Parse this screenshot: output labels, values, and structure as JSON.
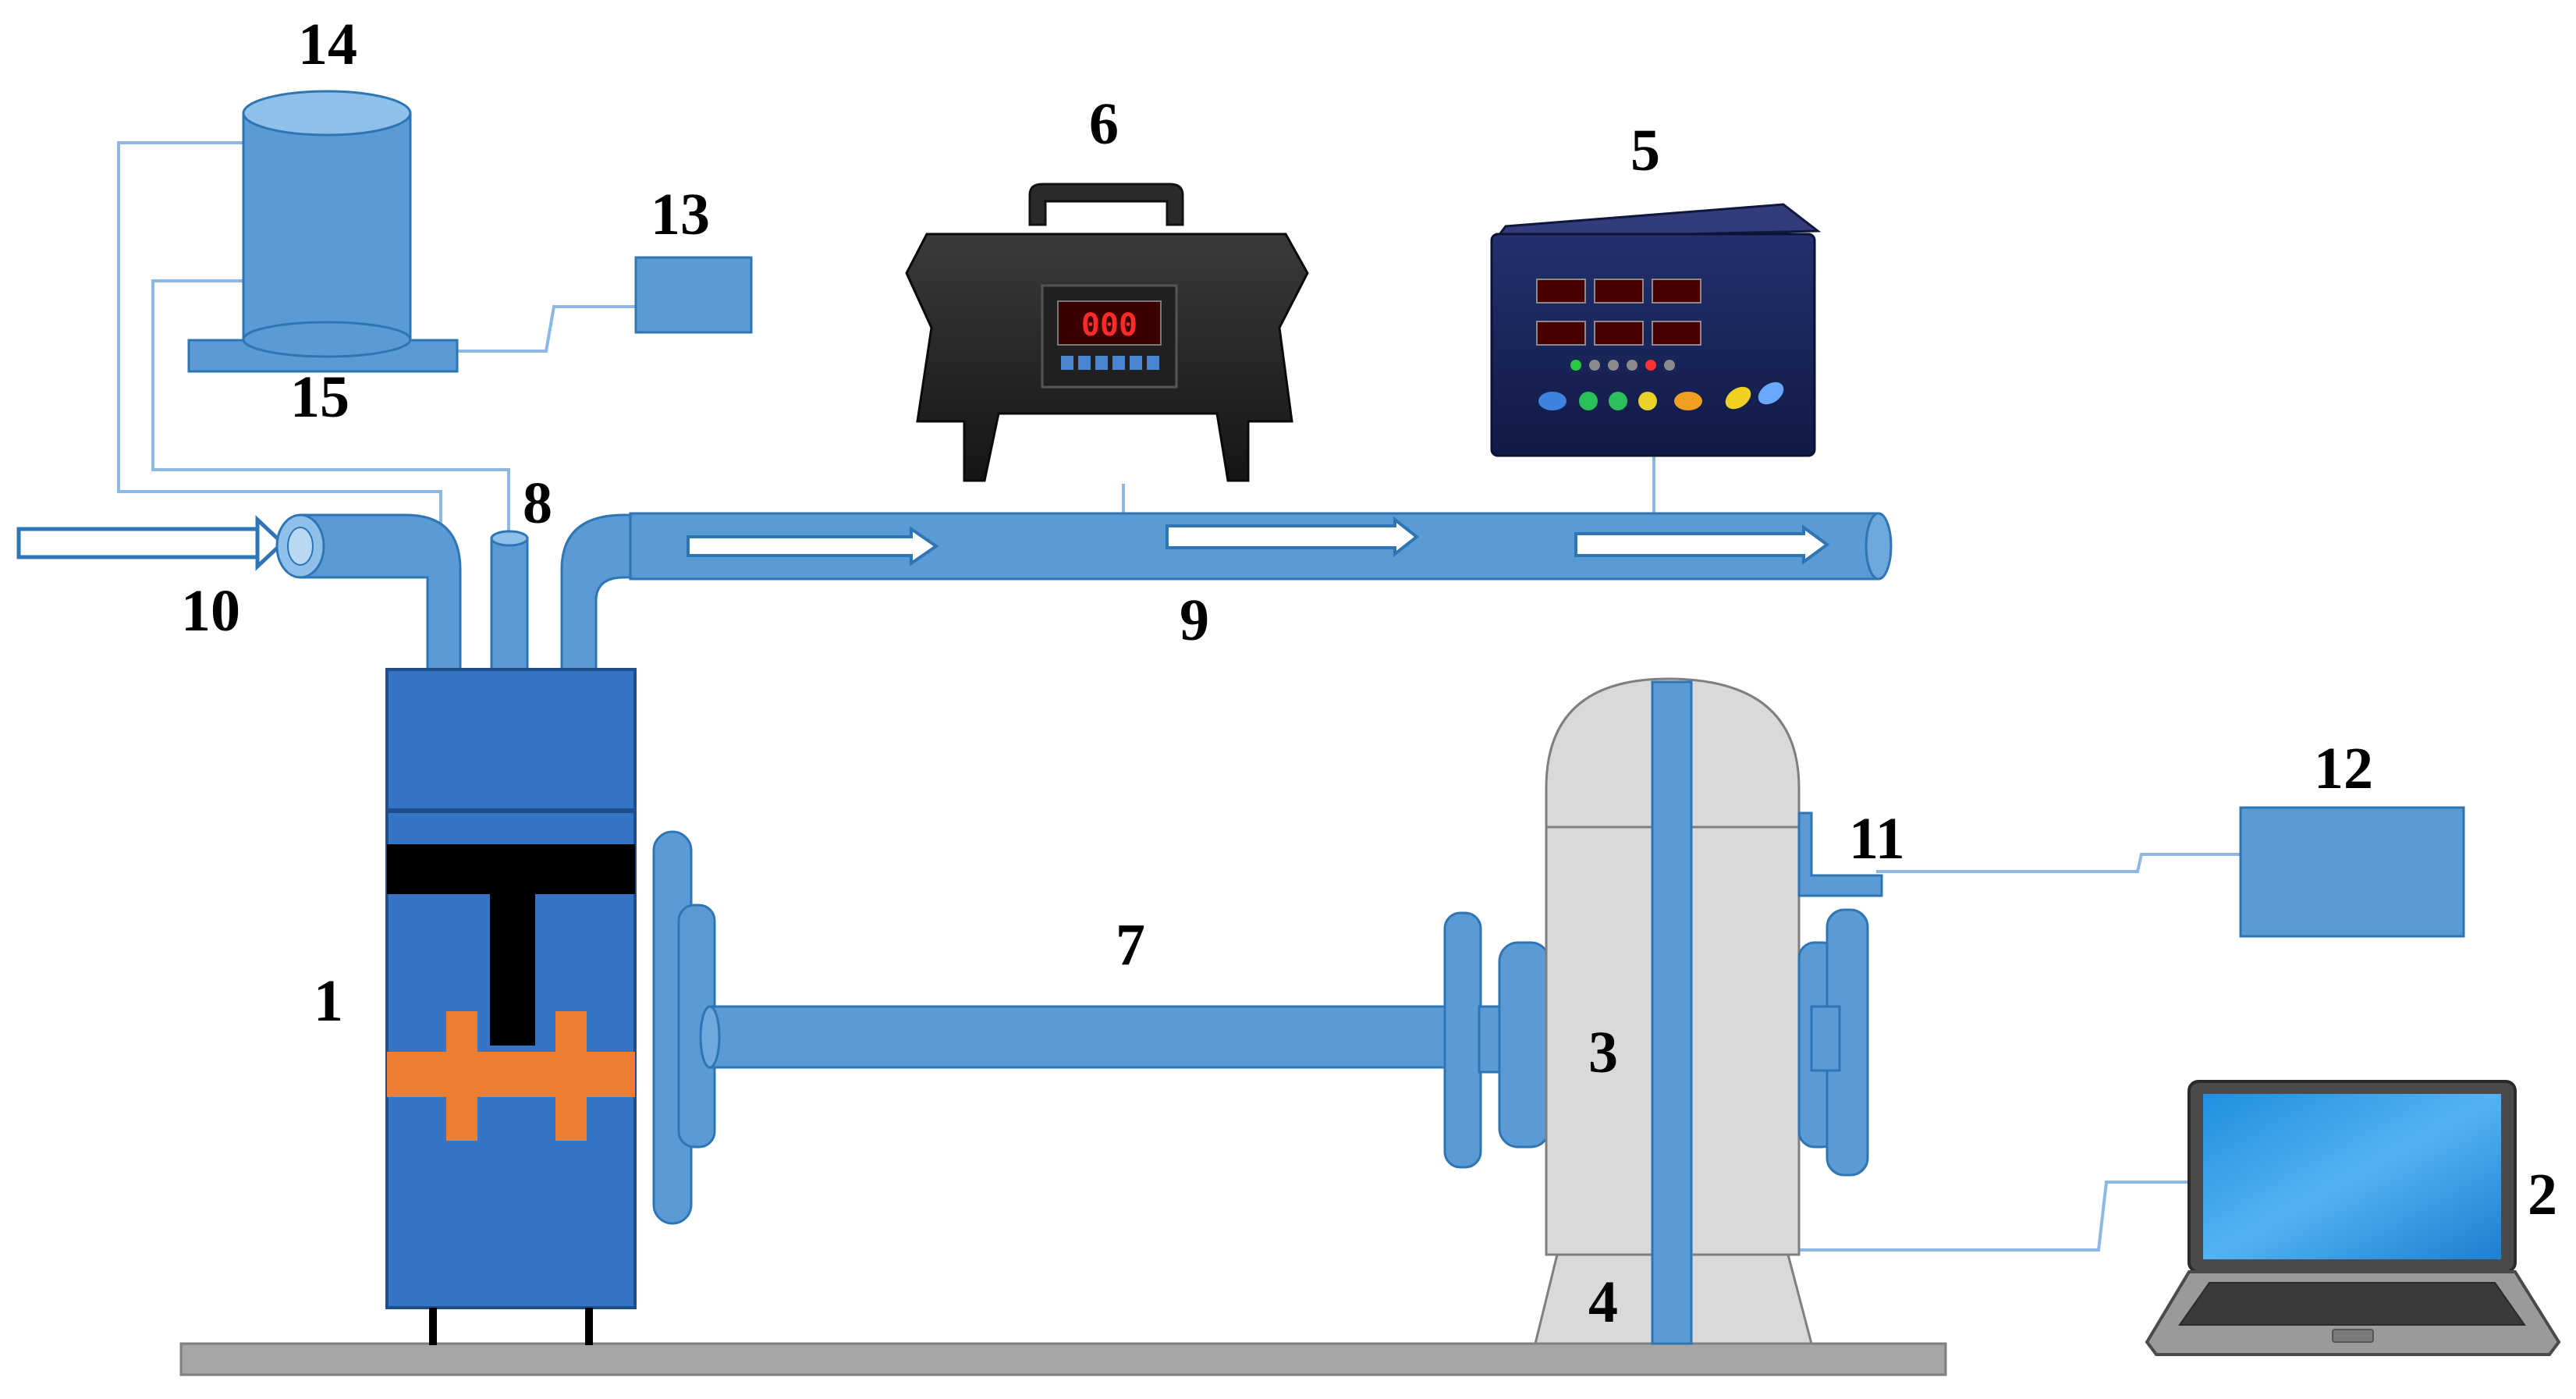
{
  "labels": {
    "engine": "1",
    "laptop": "2",
    "dynamometer": "3",
    "base": "4",
    "gas_analyzer": "5",
    "smoke_meter": "6",
    "shaft": "7",
    "injector": "8",
    "exhaust_pipe": "9",
    "air_intake": "10",
    "sensor": "11",
    "sensor_box": "12",
    "scale_box": "13",
    "fuel_tank": "14",
    "scale": "15"
  },
  "smoke_meter_display": "000",
  "colors": {
    "blue": "#5b9bd5",
    "dark_blue": "#2e75b6",
    "engine_blue": "#3675c3",
    "orange": "#ed7d31",
    "grey": "#d9d9d9",
    "base_grey": "#a6a6a6",
    "line": "#7fb2e5"
  }
}
